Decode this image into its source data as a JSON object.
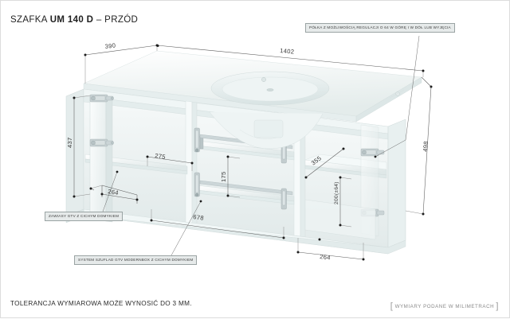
{
  "document": {
    "title_prefix": "SZAFKA",
    "title_model": "UM 140 D",
    "title_dash": "–",
    "title_view": "PRZÓD",
    "footer_note": "TOLERANCJA WYMIAROWA MOŻE WYNOSIĆ DO 3 MM.",
    "footer_units": "WYMIARY PODANE W MILIMETRACH",
    "bracket_open": "[",
    "bracket_close": "]"
  },
  "callouts": [
    {
      "id": "shelf",
      "text": "PÓŁKA Z MOŻLIWOŚCIĄ REGULACJI O 64 W GÓRĘ I W DÓŁ LUB WYJĘCIA"
    },
    {
      "id": "hinges",
      "text": "ZAWIASY GTV Z CICHYM DOMYKIEM"
    },
    {
      "id": "drawers",
      "text": "SYSTEM SZUFLAD GTV MODERNBOX Z CICHYM DOMYKIEM"
    }
  ],
  "dimensions": {
    "depth_top": "390",
    "width_total": "1402",
    "door_height_left": "437",
    "drawer_width_inner": "275",
    "drawer_depth_bottom": "264",
    "drawer_height": "175",
    "bottom_span": "678",
    "shelf_depth_right": "355",
    "shelf_clearance": "200(±64)",
    "cabinet_height_right": "498",
    "door_width_right": "264"
  },
  "colors": {
    "sheet_background": "#ffffff",
    "callout_fill": "#e6eaea",
    "callout_border": "#9aa3a3",
    "dimension_line": "#5a5a5a",
    "text": "#2b2b2b",
    "cabinet_body": "#f2f6f6",
    "cabinet_shade": "#dde6e6",
    "basin": "#eef3f3",
    "hardware": "#b8c2c4"
  },
  "render": {
    "object_name": "bathroom-vanity-cabinet",
    "view": "front-perspective",
    "parts": [
      "countertop-washbasin",
      "left-door",
      "center-drawer-upper",
      "center-drawer-lower",
      "right-adjustable-shelf",
      "right-door",
      "gtv-hinges",
      "gtv-modernbox-drawer-runners"
    ]
  }
}
